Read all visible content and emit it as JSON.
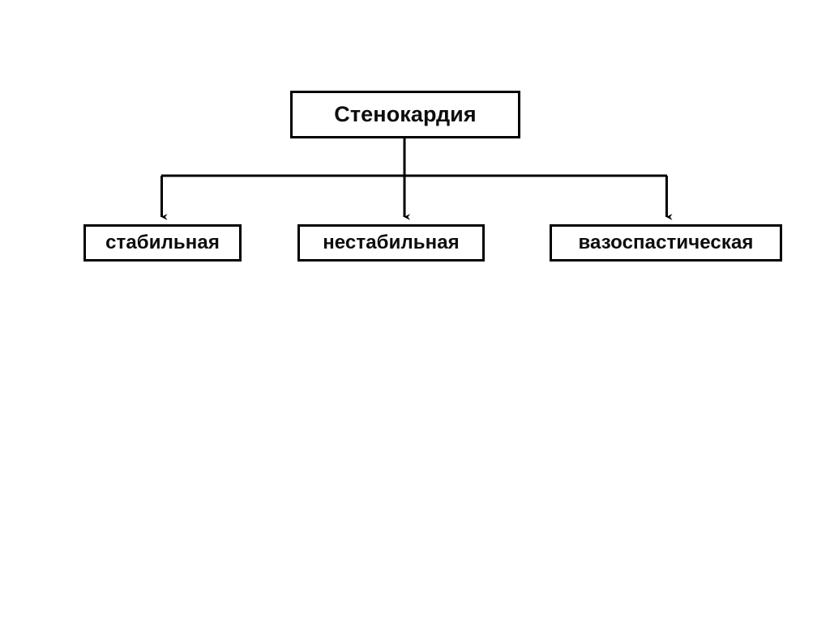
{
  "diagram": {
    "type": "tree",
    "orientation": "top-down",
    "background_color": "#ffffff",
    "line_color": "#000000",
    "box_border_color": "#000000",
    "box_fill_color": "#ffffff",
    "text_color": "#0d0d0d",
    "root": {
      "label": "Стенокардия"
    },
    "children": [
      {
        "label": "стабильная"
      },
      {
        "label": "нестабильная"
      },
      {
        "label": "вазоспастическая"
      }
    ]
  }
}
